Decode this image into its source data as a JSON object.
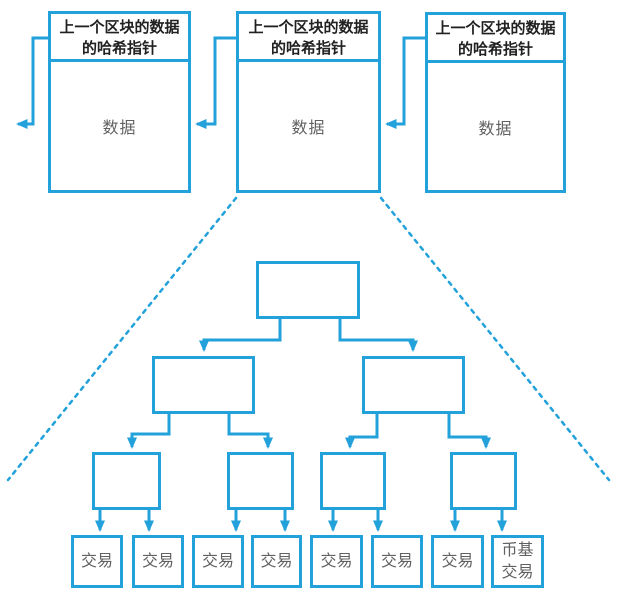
{
  "diagram": {
    "colors": {
      "line": "#22A1DB",
      "header_text": "#212121",
      "body_text": "#616161"
    },
    "blocks": [
      {
        "header_line1": "上一个区块的数据",
        "header_line2": "的哈希指针",
        "body": "数据"
      },
      {
        "header_line1": "上一个区块的数据",
        "header_line2": "的哈希指针",
        "body": "数据"
      },
      {
        "header_line1": "上一个区块的数据",
        "header_line2": "的哈希指针",
        "body": "数据"
      }
    ],
    "merkle": {
      "leaves": [
        "交易",
        "交易",
        "交易",
        "交易",
        "交易",
        "交易",
        "交易",
        "币基交易"
      ]
    }
  }
}
